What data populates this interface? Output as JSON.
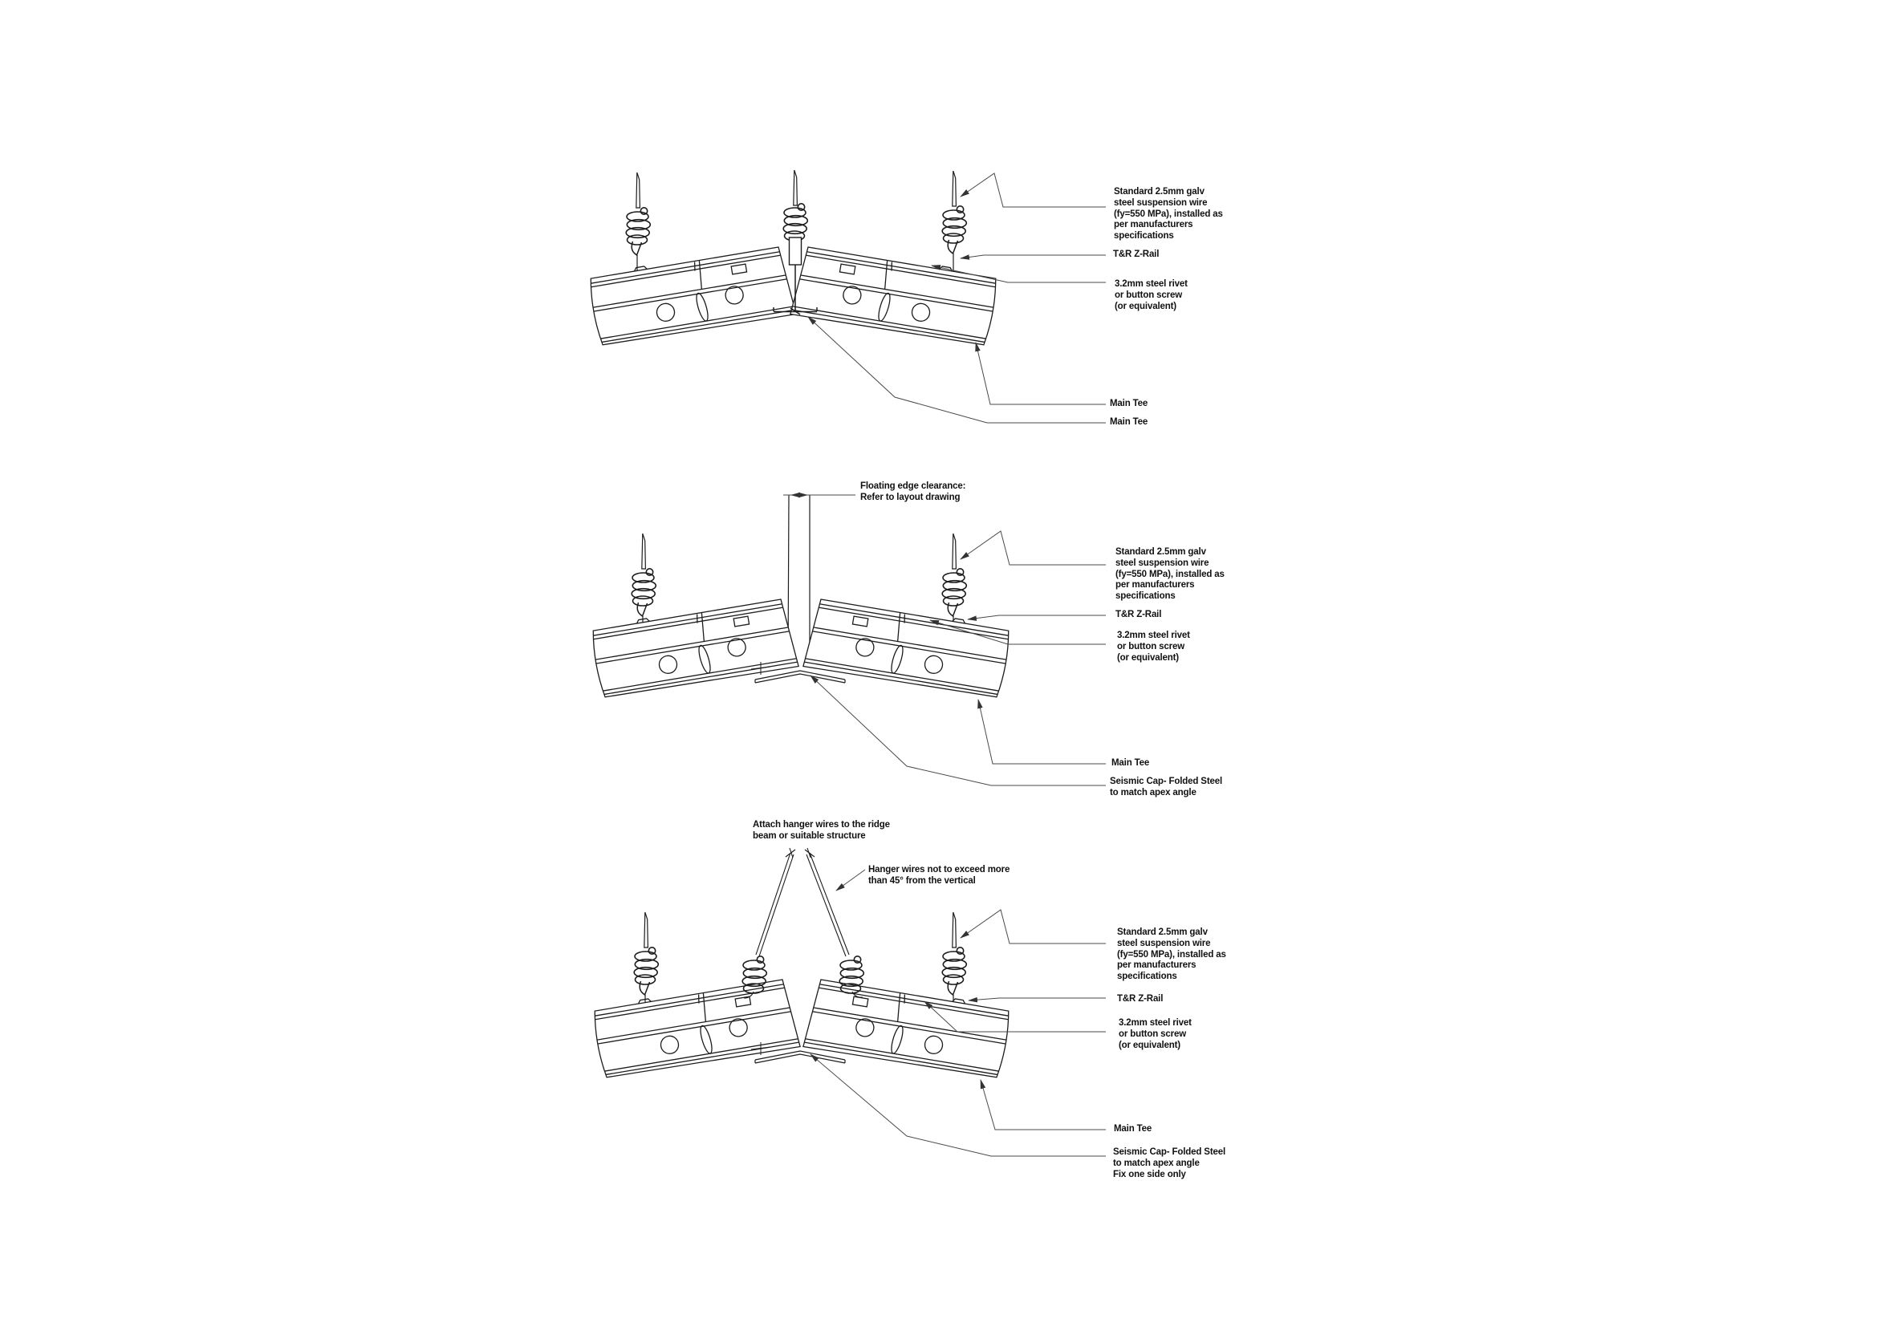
{
  "page": {
    "background": "#ffffff",
    "drawing_line_color": "#1c1c1c",
    "leader_line_color": "#4a4a4a",
    "text_color": "#111111"
  },
  "diagrams": [
    {
      "id": "detail-1-butted-apex",
      "labels": {
        "wire_spec": "Standard 2.5mm galv\nsteel suspension wire\n(fy=550 MPa), installed as\nper manufacturers\nspecifications",
        "z_rail": "T&R Z-Rail",
        "rivet": "3.2mm steel rivet\nor button screw\n(or equivalent)",
        "main_tee_1": "Main Tee",
        "main_tee_2": "Main Tee"
      }
    },
    {
      "id": "detail-2-floating-edge",
      "labels": {
        "floating_edge": "Floating edge clearance:\nRefer to layout drawing",
        "wire_spec": "Standard 2.5mm galv\nsteel suspension wire\n(fy=550 MPa), installed as\nper manufacturers\nspecifications",
        "z_rail": "T&R Z-Rail",
        "rivet": "3.2mm steel rivet\nor button screw\n(or equivalent)",
        "main_tee": "Main Tee",
        "seismic_cap": "Seismic Cap- Folded Steel\nto match apex angle"
      }
    },
    {
      "id": "detail-3-hanger-wires",
      "labels": {
        "attach_hangers": "Attach hanger wires to the ridge\nbeam or suitable structure",
        "hanger_angle": "Hanger wires not to exceed more\nthan 45° from the vertical",
        "wire_spec": "Standard 2.5mm galv\nsteel suspension wire\n(fy=550 MPa), installed as\nper manufacturers\nspecifications",
        "z_rail": "T&R Z-Rail",
        "rivet": "3.2mm steel rivet\nor button screw\n(or equivalent)",
        "main_tee": "Main Tee",
        "seismic_cap": "Seismic Cap- Folded Steel\nto match apex angle\nFix one side only"
      }
    }
  ]
}
